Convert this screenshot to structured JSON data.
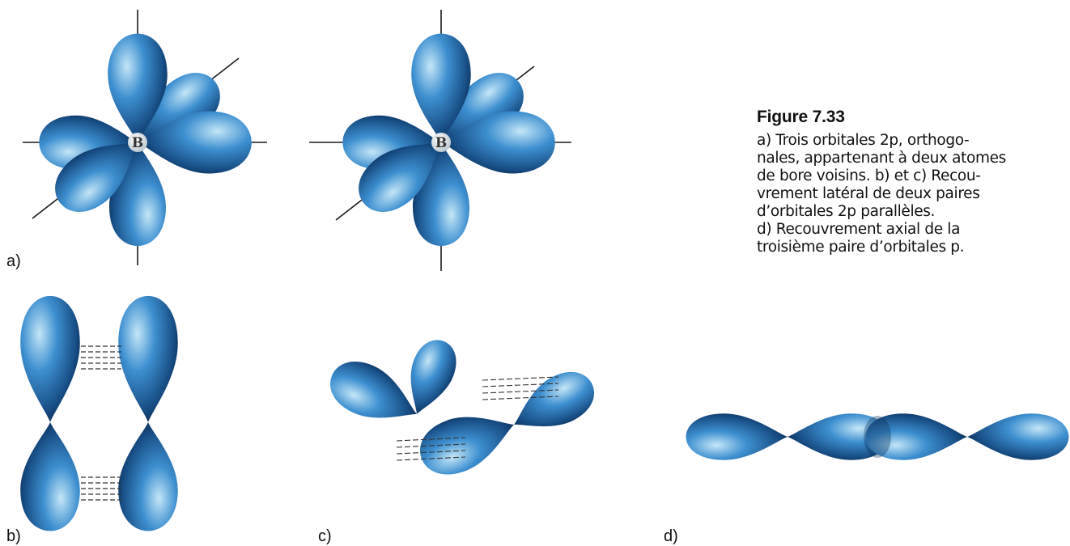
{
  "caption": {
    "title": "Figure 7.33",
    "lines": [
      "a) Trois orbitales 2p, orthogo-",
      "nales, appartenant à deux atomes",
      "de bore voisins. b) et c) Recou-",
      "vrement latéral de deux paires",
      "d’orbitales 2p parallèles.",
      "d) Recouvrement axial de la",
      "troisième paire d’orbitales p."
    ]
  },
  "panels": {
    "a": {
      "label": "a)",
      "atom1": "B",
      "atom2": "B"
    },
    "b": {
      "label": "b)"
    },
    "c": {
      "label": "c)"
    },
    "d": {
      "label": "d)"
    }
  },
  "colors": {
    "lobe_light": "#bfe3f5",
    "lobe_mid": "#2c7fc4",
    "lobe_dark": "#081c38",
    "axis": "#1a1a1a"
  },
  "icons": {
    "orbital": "p-orbital-lobe"
  }
}
